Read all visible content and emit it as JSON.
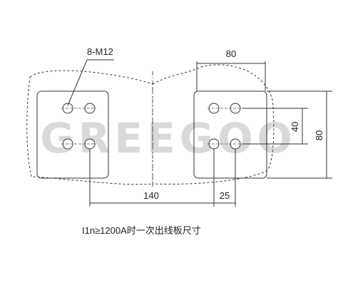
{
  "drawing": {
    "hole_callout": "8-M12",
    "dim_plate_width": "80",
    "dim_hole_vertical_pitch": "40",
    "dim_plate_height": "80",
    "dim_left_offset": "140",
    "dim_hole_horizontal_pitch": "25",
    "caption": "I1n≥1200A时一次出线板尺寸"
  },
  "watermark": {
    "text": "GREEGOO",
    "color": "#d9d9d9"
  },
  "colors": {
    "line": "#333333",
    "background": "#ffffff"
  }
}
